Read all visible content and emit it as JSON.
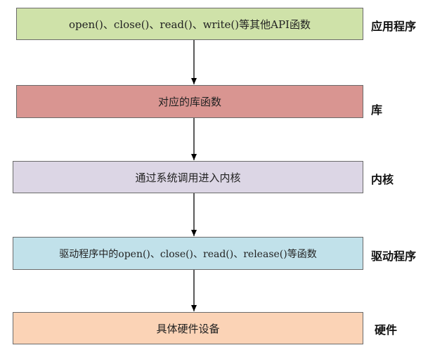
{
  "layers": [
    {
      "text": "open()、close()、read()、write()等其他API函数",
      "label": "应用程序",
      "color": "#cfe2a9"
    },
    {
      "text": "对应的库函数",
      "label": "库",
      "color": "#d99591"
    },
    {
      "text": "通过系统调用进入内核",
      "label": "内核",
      "color": "#dcd6e5"
    },
    {
      "text": "驱动程序中的open()、close()、read()、release()等函数",
      "label": "驱动程序",
      "color": "#c1e1ea"
    },
    {
      "text": "具体硬件设备",
      "label": "硬件",
      "color": "#fbd3b6"
    }
  ]
}
